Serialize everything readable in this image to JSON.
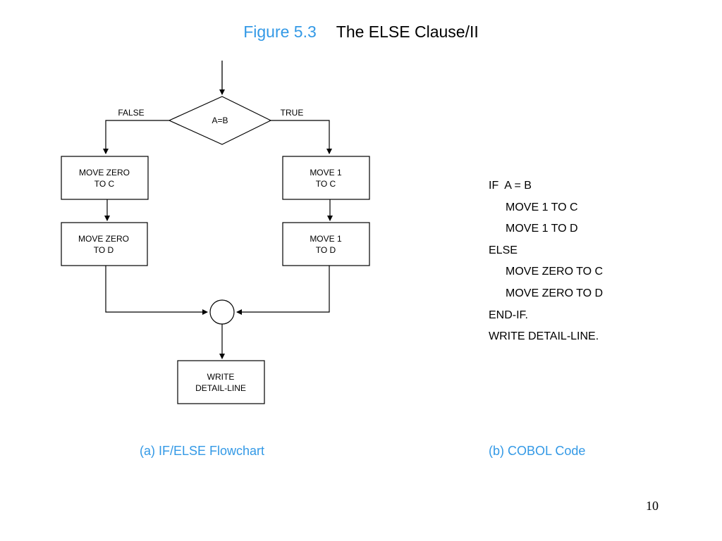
{
  "title": {
    "figure": "Figure 5.3",
    "name": "The ELSE Clause/II"
  },
  "flowchart": {
    "decision": "A=B",
    "false_label": "FALSE",
    "true_label": "TRUE",
    "false_box1": [
      "MOVE ZERO",
      "TO C"
    ],
    "false_box2": [
      "MOVE ZERO",
      "TO D"
    ],
    "true_box1": [
      "MOVE 1",
      "TO C"
    ],
    "true_box2": [
      "MOVE 1",
      "TO D"
    ],
    "write_box": [
      "WRITE",
      "DETAIL-LINE"
    ]
  },
  "code_lines": [
    {
      "text": "IF  A = B",
      "indent": false
    },
    {
      "text": "MOVE 1 TO C",
      "indent": true
    },
    {
      "text": "MOVE 1 TO D",
      "indent": true
    },
    {
      "text": "ELSE",
      "indent": false
    },
    {
      "text": "MOVE ZERO TO C",
      "indent": true
    },
    {
      "text": "MOVE ZERO TO D",
      "indent": true
    },
    {
      "text": "END-IF.",
      "indent": false
    },
    {
      "text": "WRITE DETAIL-LINE.",
      "indent": false
    }
  ],
  "captions": {
    "a": "(a) IF/ELSE Flowchart",
    "b": "(b) COBOL Code"
  },
  "page_number": "10",
  "colors": {
    "accent": "#3399e6",
    "line": "#000000"
  }
}
